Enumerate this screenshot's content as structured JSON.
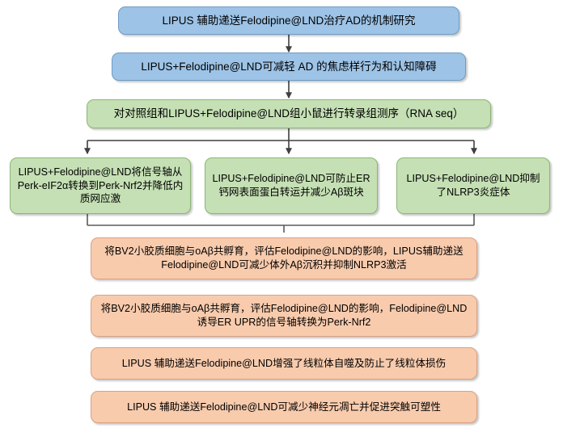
{
  "diagram": {
    "title_node": {
      "id": "study-title",
      "text": "LIPUS 辅助递送Felodipine@LND治疗AD的机制研究",
      "color": "#9dc3e6",
      "shape": "rounded-rectangle"
    },
    "behavior_node": {
      "id": "behavior-outcome",
      "text": "LIPUS+Felodipine@LND可减轻 AD 的焦虑样行为和认知障碍",
      "color": "#9dc3e6",
      "shape": "rounded-rectangle"
    },
    "sequencing_node": {
      "id": "rna-seq",
      "text": "对对照组和LIPUS+Felodipine@LND组小鼠进行转录组测序（RNA seq）",
      "color": "#c5e0b4",
      "shape": "rounded-rectangle"
    },
    "findings": [
      {
        "id": "finding-perk-nrf2",
        "text": "LIPUS+Felodipine@LND将信号轴从Perk-eIF2α转换到Perk-Nrf2并降低内质网应激",
        "color": "#c5e0b4"
      },
      {
        "id": "finding-er-calcium",
        "text": "LIPUS+Felodipine@LND可防止ER钙网表面蛋白转运并减少Aβ斑块",
        "color": "#c5e0b4"
      },
      {
        "id": "finding-nlrp3",
        "text": "LIPUS+Felodipine@LND抑制了NLRP3炎症体",
        "color": "#c5e0b4"
      }
    ],
    "experiments": [
      {
        "id": "experiment-bv2-nlrp3",
        "text": "将BV2小胶质细胞与oAβ共孵育，评估Felodipine@LND的影响，LIPUS辅助递送Felodipine@LND可减少体外Aβ沉积并抑制NLRP3激活",
        "color": "#f8cbad"
      },
      {
        "id": "experiment-bv2-upr",
        "text": "将BV2小胶质细胞与oAβ共孵育，评估Felodipine@LND的影响，Felodipine@LND诱导ER UPR的信号轴转换为Perk-Nrf2",
        "color": "#f8cbad"
      },
      {
        "id": "experiment-mitophagy",
        "text": "LIPUS 辅助递送Felodipine@LND增强了线粒体自噬及防止了线粒体损伤",
        "color": "#f8cbad"
      },
      {
        "id": "experiment-neuron",
        "text": "LIPUS 辅助递送Felodipine@LND可减少神经元凋亡并促进突触可塑性",
        "color": "#f8cbad"
      }
    ],
    "connector_color": "#4d4d4d",
    "background_color": "#ffffff"
  }
}
